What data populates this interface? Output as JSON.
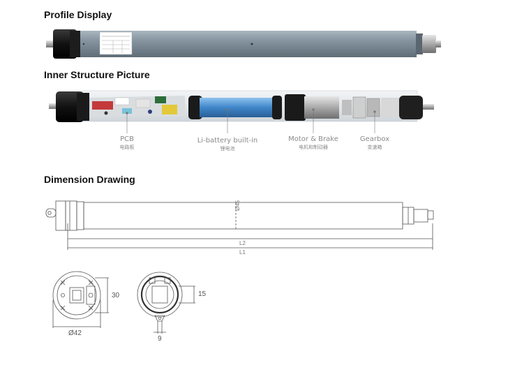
{
  "headings": {
    "profile": "Profile Display",
    "inner": "Inner Structure Picture",
    "dimension": "Dimension Drawing"
  },
  "components": [
    {
      "en": "PCB",
      "cn": "电路板"
    },
    {
      "en": "Li-battery built-in",
      "cn": "锂电池"
    },
    {
      "en": "Motor & Brake",
      "cn": "电机和制动器"
    },
    {
      "en": "Gearbox",
      "cn": "变速箱"
    }
  ],
  "dimensions": {
    "diameter": "Ø45",
    "l2": "L2",
    "l1": "L1",
    "head_height": "30",
    "head_diameter": "Ø42",
    "adapter_height": "15",
    "adapter_width": "9"
  },
  "colors": {
    "tube": "#7e8f9b",
    "head": "#141414",
    "battery": "#4a8fcf",
    "pcb": "#c43a3a",
    "line": "#555555"
  }
}
